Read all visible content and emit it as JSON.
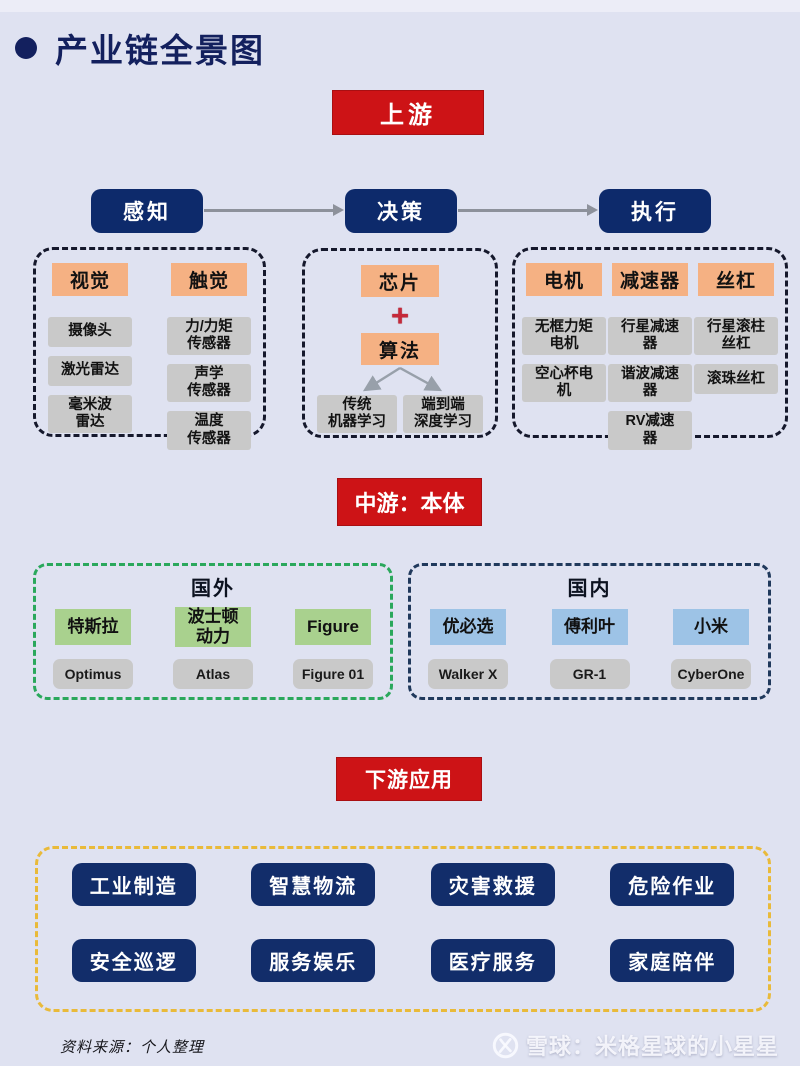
{
  "page": {
    "title": "产业链全景图",
    "source_note": "资料来源：个人整理",
    "watermark": "雪球：米格星球的小星星"
  },
  "stages": {
    "banner": "上游",
    "nodes": [
      {
        "label": "感知"
      },
      {
        "label": "决策"
      },
      {
        "label": "执行"
      }
    ]
  },
  "upstream": {
    "perception": {
      "columns": [
        {
          "header": "视觉",
          "items": [
            "摄像头",
            "激光雷达",
            "毫米波\n雷达"
          ]
        },
        {
          "header": "触觉",
          "items": [
            "力/力矩\n传感器",
            "声学\n传感器",
            "温度\n传感器"
          ]
        }
      ]
    },
    "decision": {
      "chip": "芯片",
      "plus": "+",
      "algorithm": "算法",
      "methods": [
        "传统\n机器学习",
        "端到端\n深度学习"
      ]
    },
    "execution": {
      "columns": [
        {
          "header": "电机",
          "items": [
            "无框力矩\n电机",
            "空心杯电\n机"
          ]
        },
        {
          "header": "减速器",
          "items": [
            "行星减速\n器",
            "谐波减速\n器",
            "RV减速\n器"
          ]
        },
        {
          "header": "丝杠",
          "items": [
            "行星滚柱\n丝杠",
            "滚珠丝杠"
          ]
        }
      ]
    }
  },
  "midstream": {
    "banner": "中游：本体",
    "foreign": {
      "label": "国外",
      "brands": [
        {
          "name": "特斯拉",
          "model": "Optimus"
        },
        {
          "name": "波士顿\n动力",
          "model": "Atlas"
        },
        {
          "name": "Figure",
          "model": "Figure 01"
        }
      ]
    },
    "domestic": {
      "label": "国内",
      "brands": [
        {
          "name": "优必选",
          "model": "Walker X"
        },
        {
          "name": "傅利叶",
          "model": "GR-1"
        },
        {
          "name": "小米",
          "model": "CyberOne"
        }
      ]
    }
  },
  "downstream": {
    "banner": "下游应用",
    "applications": [
      "工业制造",
      "智慧物流",
      "灾害救援",
      "危险作业",
      "安全巡逻",
      "服务娱乐",
      "医疗服务",
      "家庭陪伴"
    ]
  },
  "colors": {
    "background": "#dfe2f1",
    "accent_red": "#cd1316",
    "navy": "#0d2a6b",
    "orange_header": "#f5b183",
    "green_header": "#a9d18e",
    "blue_header": "#9dc3e6",
    "gray_item": "#c9c9c9",
    "green_border": "#2aa85c",
    "navy_border": "#20395c",
    "yellow_border": "#e9ba3a",
    "dark_border": "#15182c",
    "arrow_gray": "#8d919b"
  }
}
